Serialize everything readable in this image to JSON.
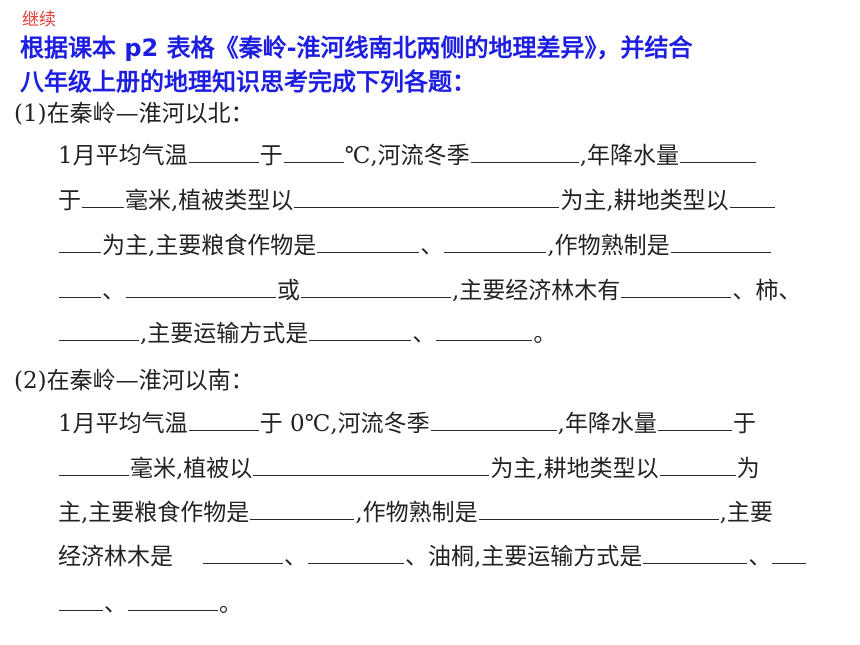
{
  "slide": {
    "tag": "继续",
    "heading_line1": "根据课本 p2 表格《秦岭-淮河线南北两侧的地理差异》，并结合",
    "heading_line2": "八年级上册的地理知识思考完成下列各题："
  },
  "north": {
    "label": "(1)在秦岭—淮河以北：",
    "l1a": "1月平均气温",
    "l1b": "于",
    "l1c": "℃,河流冬季",
    "l1d": ",年降水量",
    "l2a": "于",
    "l2b": "毫米,植被类型以",
    "l2c": "为主,耕地类型以",
    "l3a": "为主,主要粮食作物是",
    "l3b": "、",
    "l3c": ",作物熟制是",
    "l4a": "、",
    "l4b": "或",
    "l4c": ",主要经济林木有",
    "l4d": "、柿、",
    "l5a": ",主要运输方式是",
    "l5b": "、",
    "l5c": "。"
  },
  "south": {
    "label": "(2)在秦岭—淮河以南：",
    "l1a": "1月平均气温",
    "l1b": "于 0℃,河流冬季",
    "l1c": ",年降水量",
    "l1d": "于",
    "l2a": "毫米,植被以",
    "l2b": "为主,耕地类型以",
    "l2c": "为",
    "l3a": "主,主要粮食作物是",
    "l3b": ",作物熟制是",
    "l3c": ",主要",
    "l4a": "经济林木是",
    "l4b": "、",
    "l4c": "、油桐,主要运输方式是",
    "l4d": "、",
    "l5a": "、",
    "l5b": "。"
  }
}
